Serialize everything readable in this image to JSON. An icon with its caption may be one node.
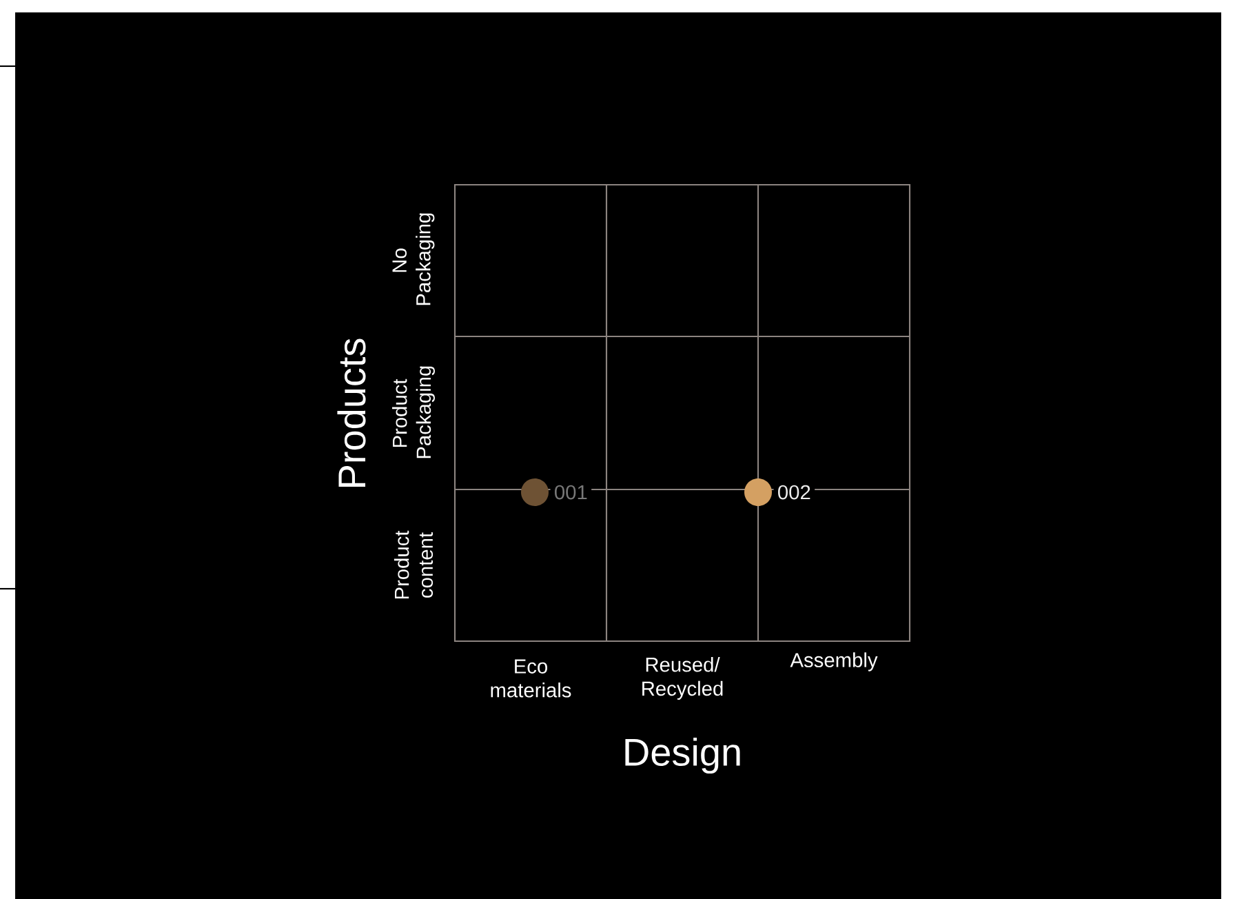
{
  "diagram": {
    "nodes": [
      {
        "text": [],
        "shape": "circle",
        "beside": [
          "001"
        ]
      },
      {
        "text": [],
        "shape": "circle",
        "beside": [
          "002"
        ]
      }
    ],
    "labels": [
      "Products",
      "No Packaging",
      "Product Packaging",
      "Product content",
      "Eco materials",
      "Reused/ Recycled",
      "Assembly",
      "Design"
    ]
  }
}
